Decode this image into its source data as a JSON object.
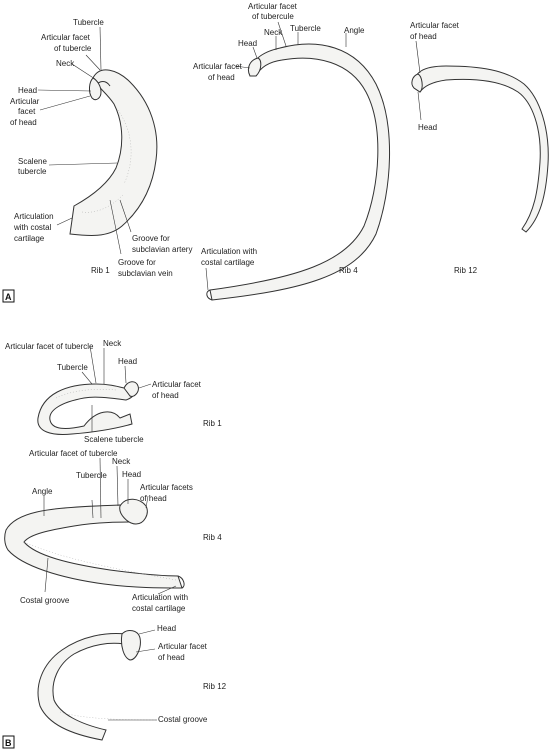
{
  "panel_a": {
    "letter": "A",
    "rib1": {
      "caption": "Rib 1",
      "labels": {
        "tubercle": "Tubercle",
        "facet_tubercle_1": "Articular facet",
        "facet_tubercle_2": "of tubercle",
        "neck": "Neck",
        "head": "Head",
        "facet_head_1": "Articular",
        "facet_head_2": "facet",
        "facet_head_3": "of head",
        "scalene_1": "Scalene",
        "scalene_2": "tubercle",
        "costal_1": "Articulation",
        "costal_2": "with costal",
        "costal_3": "cartilage",
        "artery_1": "Groove for",
        "artery_2": "subclavian artery",
        "vein_1": "Groove for",
        "vein_2": "subclavian vein"
      }
    },
    "rib4": {
      "caption": "Rib 4",
      "labels": {
        "facet_tubercle_1": "Articular facet",
        "facet_tubercle_2": "of tubercule",
        "head": "Head",
        "neck": "Neck",
        "tubercle": "Tubercle",
        "angle": "Angle",
        "facet_head_1": "Articular facet",
        "facet_head_2": "of head",
        "costal_1": "Articulation with",
        "costal_2": "costal cartilage"
      }
    },
    "rib12": {
      "caption": "Rib 12",
      "labels": {
        "facet_head_1": "Articular facet",
        "facet_head_2": "of head",
        "head": "Head"
      }
    }
  },
  "panel_b": {
    "letter": "B",
    "rib1": {
      "caption": "Rib 1",
      "labels": {
        "facet_tubercle": "Articular facet of tubercle",
        "neck": "Neck",
        "tubercle": "Tubercle",
        "head": "Head",
        "facet_head_1": "Articular facet",
        "facet_head_2": "of head",
        "scalene": "Scalene tubercle"
      }
    },
    "rib4": {
      "caption": "Rib 4",
      "labels": {
        "facet_tubercle": "Articular facet of tubercle",
        "neck": "Neck",
        "angle": "Angle",
        "tubercle": "Tubercle",
        "head": "Head",
        "facets_head_1": "Articular facets",
        "facets_head_2": "of head",
        "costal_groove": "Costal groove",
        "costal_1": "Articulation with",
        "costal_2": "costal cartilage"
      }
    },
    "rib12": {
      "caption": "Rib 12",
      "labels": {
        "head": "Head",
        "facet_head_1": "Articular facet",
        "facet_head_2": "of head",
        "costal_groove": "Costal groove"
      }
    }
  },
  "colors": {
    "bone_fill": "#f4f4f2",
    "outline": "#333333",
    "label": "#222222"
  }
}
